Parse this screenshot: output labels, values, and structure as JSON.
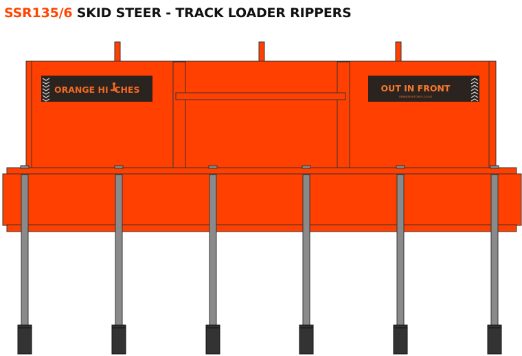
{
  "title": {
    "model": "SSR135/6",
    "description": " SKID STEER - TRACK LOADER RIPPERS"
  },
  "decals": {
    "left": "ORANGE HI  CHES",
    "right_main": "OUT IN FRONT",
    "right_sub": "ORANGEHITCHES.CO.NZ"
  },
  "shank_count": 6,
  "colors": {
    "body": "#ff4000",
    "shank": "#8a8a8a",
    "tip": "#333333",
    "decal": "#2b2320",
    "decal_text_left": "#f26a21",
    "decal_text_right": "#f4792b"
  },
  "icons": [
    "chevron-decal-icon",
    "hitch-pin-icon",
    "chevron-decal-icon"
  ]
}
